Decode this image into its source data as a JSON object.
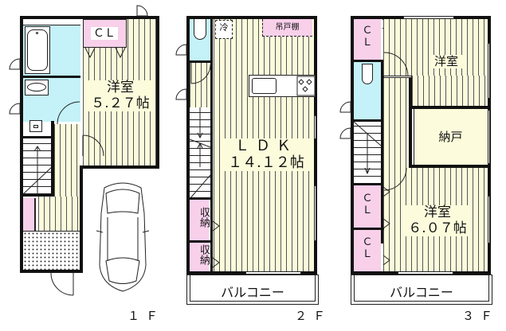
{
  "floors": [
    {
      "id": "1F",
      "label": "１Ｆ",
      "rooms": {
        "western_room": {
          "name": "洋室",
          "size": "５.２７帖"
        },
        "closet": {
          "label": "ＣＬ"
        },
        "bathroom": {
          "type": "bath"
        },
        "washroom": {
          "type": "washbasin"
        },
        "toilet": {
          "type": "toilet"
        },
        "entrance": {
          "type": "genkan-tile"
        },
        "storage": {
          "type": "shoe-storage"
        },
        "parking": {
          "type": "car-space"
        }
      }
    },
    {
      "id": "2F",
      "label": "２Ｆ",
      "rooms": {
        "ldk": {
          "name": "ＬＤＫ",
          "size": "１４.１２帖"
        },
        "fridge": {
          "label": "冷"
        },
        "hanging_cabinet": {
          "label": "吊戸棚"
        },
        "storage_1": {
          "label": "収納"
        },
        "storage_2": {
          "label": "収納"
        },
        "balcony": {
          "label": "バルコニー"
        },
        "toilet": {
          "type": "toilet"
        },
        "kitchen": {
          "type": "sink-and-stove"
        }
      }
    },
    {
      "id": "3F",
      "label": "３Ｆ",
      "rooms": {
        "western_room_north": {
          "name": "洋室"
        },
        "storeroom": {
          "name": "納戸"
        },
        "western_room_south": {
          "name": "洋室",
          "size": "６.０７帖"
        },
        "closet_1": {
          "label": "Ｃ\nＬ"
        },
        "closet_2": {
          "label": "Ｃ\nＬ"
        },
        "closet_3": {
          "label": "Ｃ\nＬ"
        },
        "balcony": {
          "label": "バルコニー"
        },
        "toilet": {
          "type": "toilet"
        }
      }
    }
  ],
  "colors": {
    "wall": "#111111",
    "flooring": "#fcfcdc",
    "wet_area": "#c4f2f8",
    "storage": "#f8d0ea",
    "background": "#ffffff"
  }
}
